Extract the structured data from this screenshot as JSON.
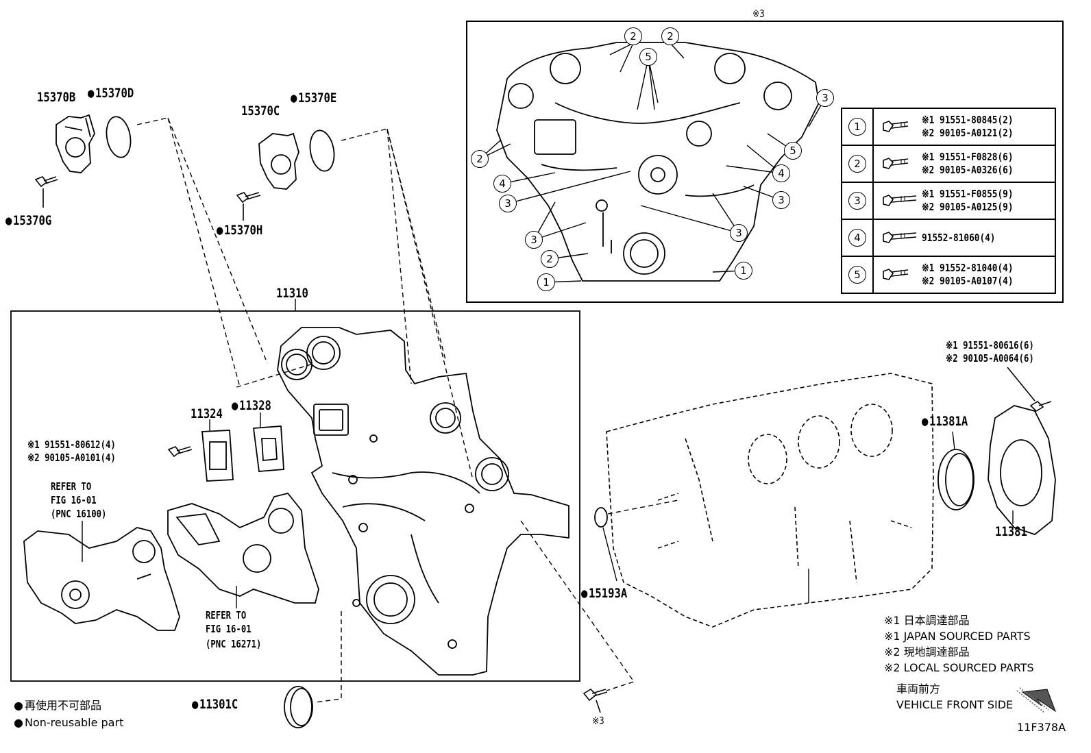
{
  "figure_code": "11F378A",
  "inset": {
    "label": "※3",
    "bolts": [
      {
        "ref": "1",
        "lines": [
          "※1 91551-80845(2)",
          "※2 90105-A0121(2)"
        ]
      },
      {
        "ref": "2",
        "lines": [
          "※1 91551-F0828(6)",
          "※2 90105-A0326(6)"
        ]
      },
      {
        "ref": "3",
        "lines": [
          "※1 91551-F0855(9)",
          "※2 90105-A0125(9)"
        ]
      },
      {
        "ref": "4",
        "lines": [
          "91552-81060(4)"
        ]
      },
      {
        "ref": "5",
        "lines": [
          "※1 91552-81040(4)",
          "※2 90105-A0107(4)"
        ]
      }
    ]
  },
  "parts": {
    "p15370B": "15370B",
    "p15370D": "15370D",
    "p15370G": "15370G",
    "p15370C": "15370C",
    "p15370E": "15370E",
    "p15370H": "15370H",
    "p11310": "11310",
    "p11324": "11324",
    "p11328": "11328",
    "p11381A": "11381A",
    "p11381": "11381",
    "p15193A": "15193A",
    "p11301C": "11301C",
    "bolt_11324_a": "※1 91551-80612(4)",
    "bolt_11324_b": "※2 90105-A0101(4)",
    "bolt_11381_a": "※1 91551-80616(6)",
    "bolt_11381_b": "※2 90105-A0064(6)",
    "bolt_front_note": "※3"
  },
  "refer1": {
    "l1": "REFER TO",
    "l2": "FIG 16-01",
    "l3": "(PNC 16100)"
  },
  "refer2": {
    "l1": "REFER TO",
    "l2": "FIG 16-01",
    "l3": "(PNC 16271)"
  },
  "notes": {
    "n1_jp": "※1 日本調達部品",
    "n1_en": "※1 JAPAN SOURCED PARTS",
    "n2_jp": "※2 現地調達部品",
    "n2_en": "※2 LOCAL SOURCED PARTS",
    "front_jp": "車両前方",
    "front_en": "VEHICLE FRONT SIDE"
  },
  "legend": {
    "jp": "再使用不可部品",
    "en": "Non-reusable part"
  }
}
